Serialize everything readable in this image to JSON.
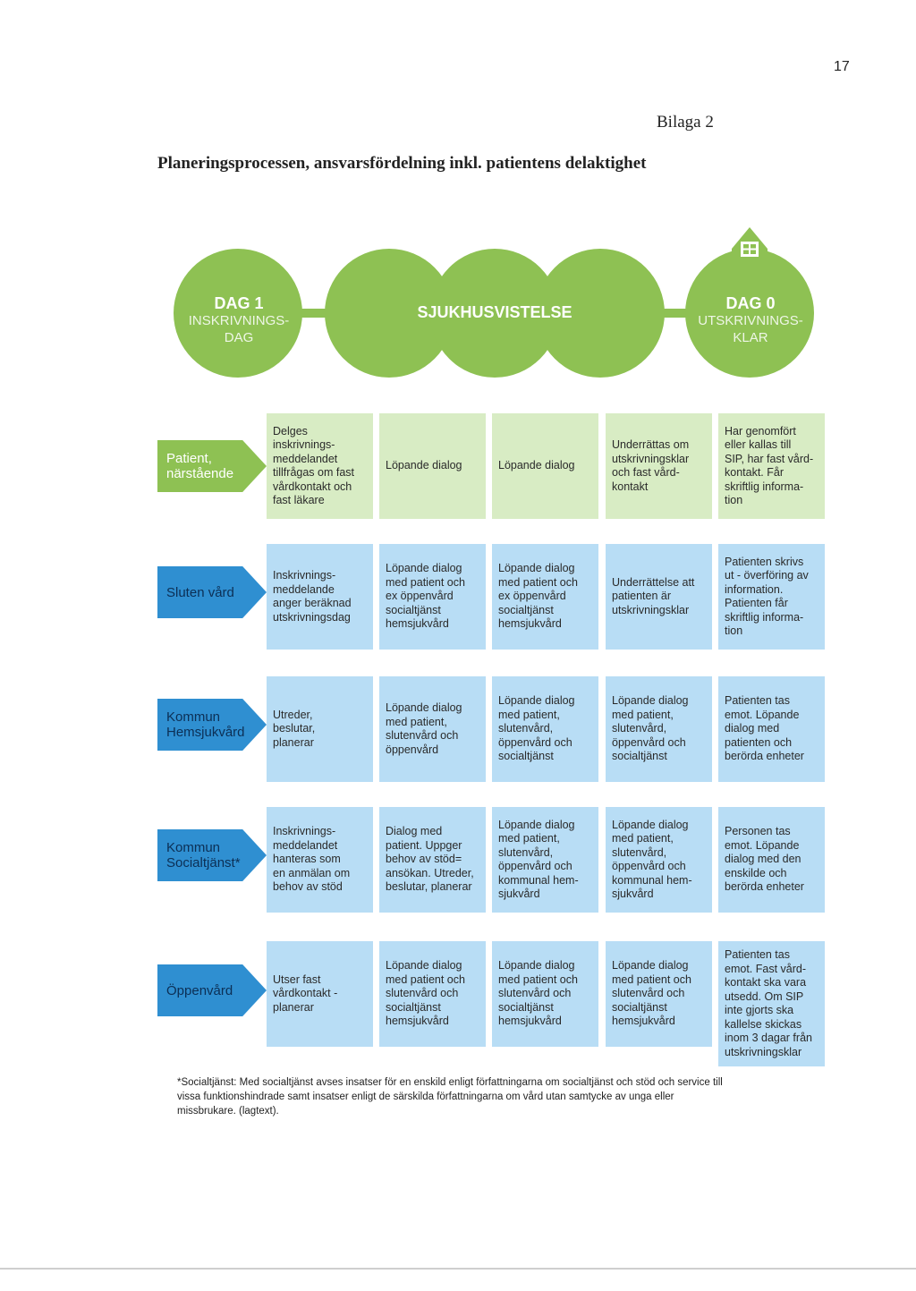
{
  "page_number": "17",
  "appendix_label": "Bilaga 2",
  "title": "Planeringsprocessen, ansvarsfördelning inkl. patientens delaktighet",
  "timeline": {
    "color": "#8ec153",
    "start": {
      "day": "DAG 1",
      "label": "INSKRIVNINGS-\nDAG"
    },
    "middle": {
      "label": "SJUKHUSVISTELSE"
    },
    "end": {
      "day": "DAG 0",
      "label": "UTSKRIVNINGS-\nKLAR"
    },
    "end_icon": "house-icon"
  },
  "rows": [
    {
      "actor_line1": "Patient,",
      "actor_line2": "närstående",
      "color": "#8ec153",
      "cells": [
        "Delges\ninskrivnings-\nmeddelandet\ntillfrågas om fast\nvårdkontakt och\nfast läkare",
        "Löpande dialog",
        "Löpande dialog",
        "Underrättas om\nutskrivningsklar\noch fast vård-\nkontakt",
        "Har genomfört\neller kallas till\nSIP, har fast vård-\nkontakt. Får\nskriftlig informa-\ntion"
      ]
    },
    {
      "actor_line1": "Sluten vård",
      "actor_line2": "",
      "color": "#2f8fd1",
      "cells": [
        "Inskrivnings-\nmeddelande\nanger beräknad\nutskrivningsdag",
        "Löpande dialog\nmed patient och\nex öppenvård\nsocialtjänst\nhemsjukvård",
        "Löpande dialog\nmed patient och\nex öppenvård\nsocialtjänst\nhemsjukvård",
        "Underrättelse att\npatienten är\nutskrivningsklar",
        "Patienten skrivs\nut - överföring av\ninformation.\nPatienten får\nskriftlig informa-\ntion"
      ]
    },
    {
      "actor_line1": "Kommun",
      "actor_line2": "Hemsjukvård",
      "color": "#2f8fd1",
      "cells": [
        "Utreder,\nbeslutar,\nplanerar",
        "Löpande dialog\nmed patient,\nslutenvård och\nöppenvård",
        "Löpande dialog\nmed patient,\nslutenvård,\nöppenvård och\nsocialtjänst",
        "Löpande dialog\nmed patient,\nslutenvård,\nöppenvård och\nsocialtjänst",
        "Patienten tas\nemot. Löpande\ndialog med\npatienten och\nberörda enheter"
      ]
    },
    {
      "actor_line1": "Kommun",
      "actor_line2": "Socialtjänst*",
      "color": "#2f8fd1",
      "cells": [
        "Inskrivnings-\nmeddelandet\nhanteras som\nen anmälan om\nbehov av stöd",
        "Dialog med\npatient. Uppger\nbehov av stöd=\nansökan. Utreder,\nbeslutar, planerar",
        "Löpande dialog\nmed patient,\nslutenvård,\nöppenvård och\nkommunal hem-\nsjukvård",
        "Löpande dialog\nmed patient,\nslutenvård,\nöppenvård och\nkommunal hem-\nsjukvård",
        "Personen tas\nemot. Löpande\ndialog med den\nenskilde och\nberörda enheter"
      ]
    },
    {
      "actor_line1": "Öppenvård",
      "actor_line2": "",
      "color": "#2f8fd1",
      "cells": [
        "Utser fast\nvårdkontakt -\nplanerar",
        "Löpande dialog\nmed patient och\nslutenvård och\nsocialtjänst\nhemsjukvård",
        "Löpande dialog\nmed patient och\nslutenvård och\nsocialtjänst\nhemsjukvård",
        "Löpande dialog\nmed patient och\nslutenvård och\nsocialtjänst\nhemsjukvård",
        "Patienten tas\nemot. Fast vård-\nkontakt ska vara\nutsedd. Om SIP\ninte gjorts ska\nkallelse skickas\ninom 3 dagar från\nutskrivningsklar"
      ]
    }
  ],
  "footnote": "*Socialtjänst: Med socialtjänst avses insatser för en enskild enligt författningarna om socialtjänst och stöd och service till vissa funktionshindrade samt insatser enligt de särskilda författningarna om vård utan samtycke av unga eller missbrukare. (lagtext)."
}
